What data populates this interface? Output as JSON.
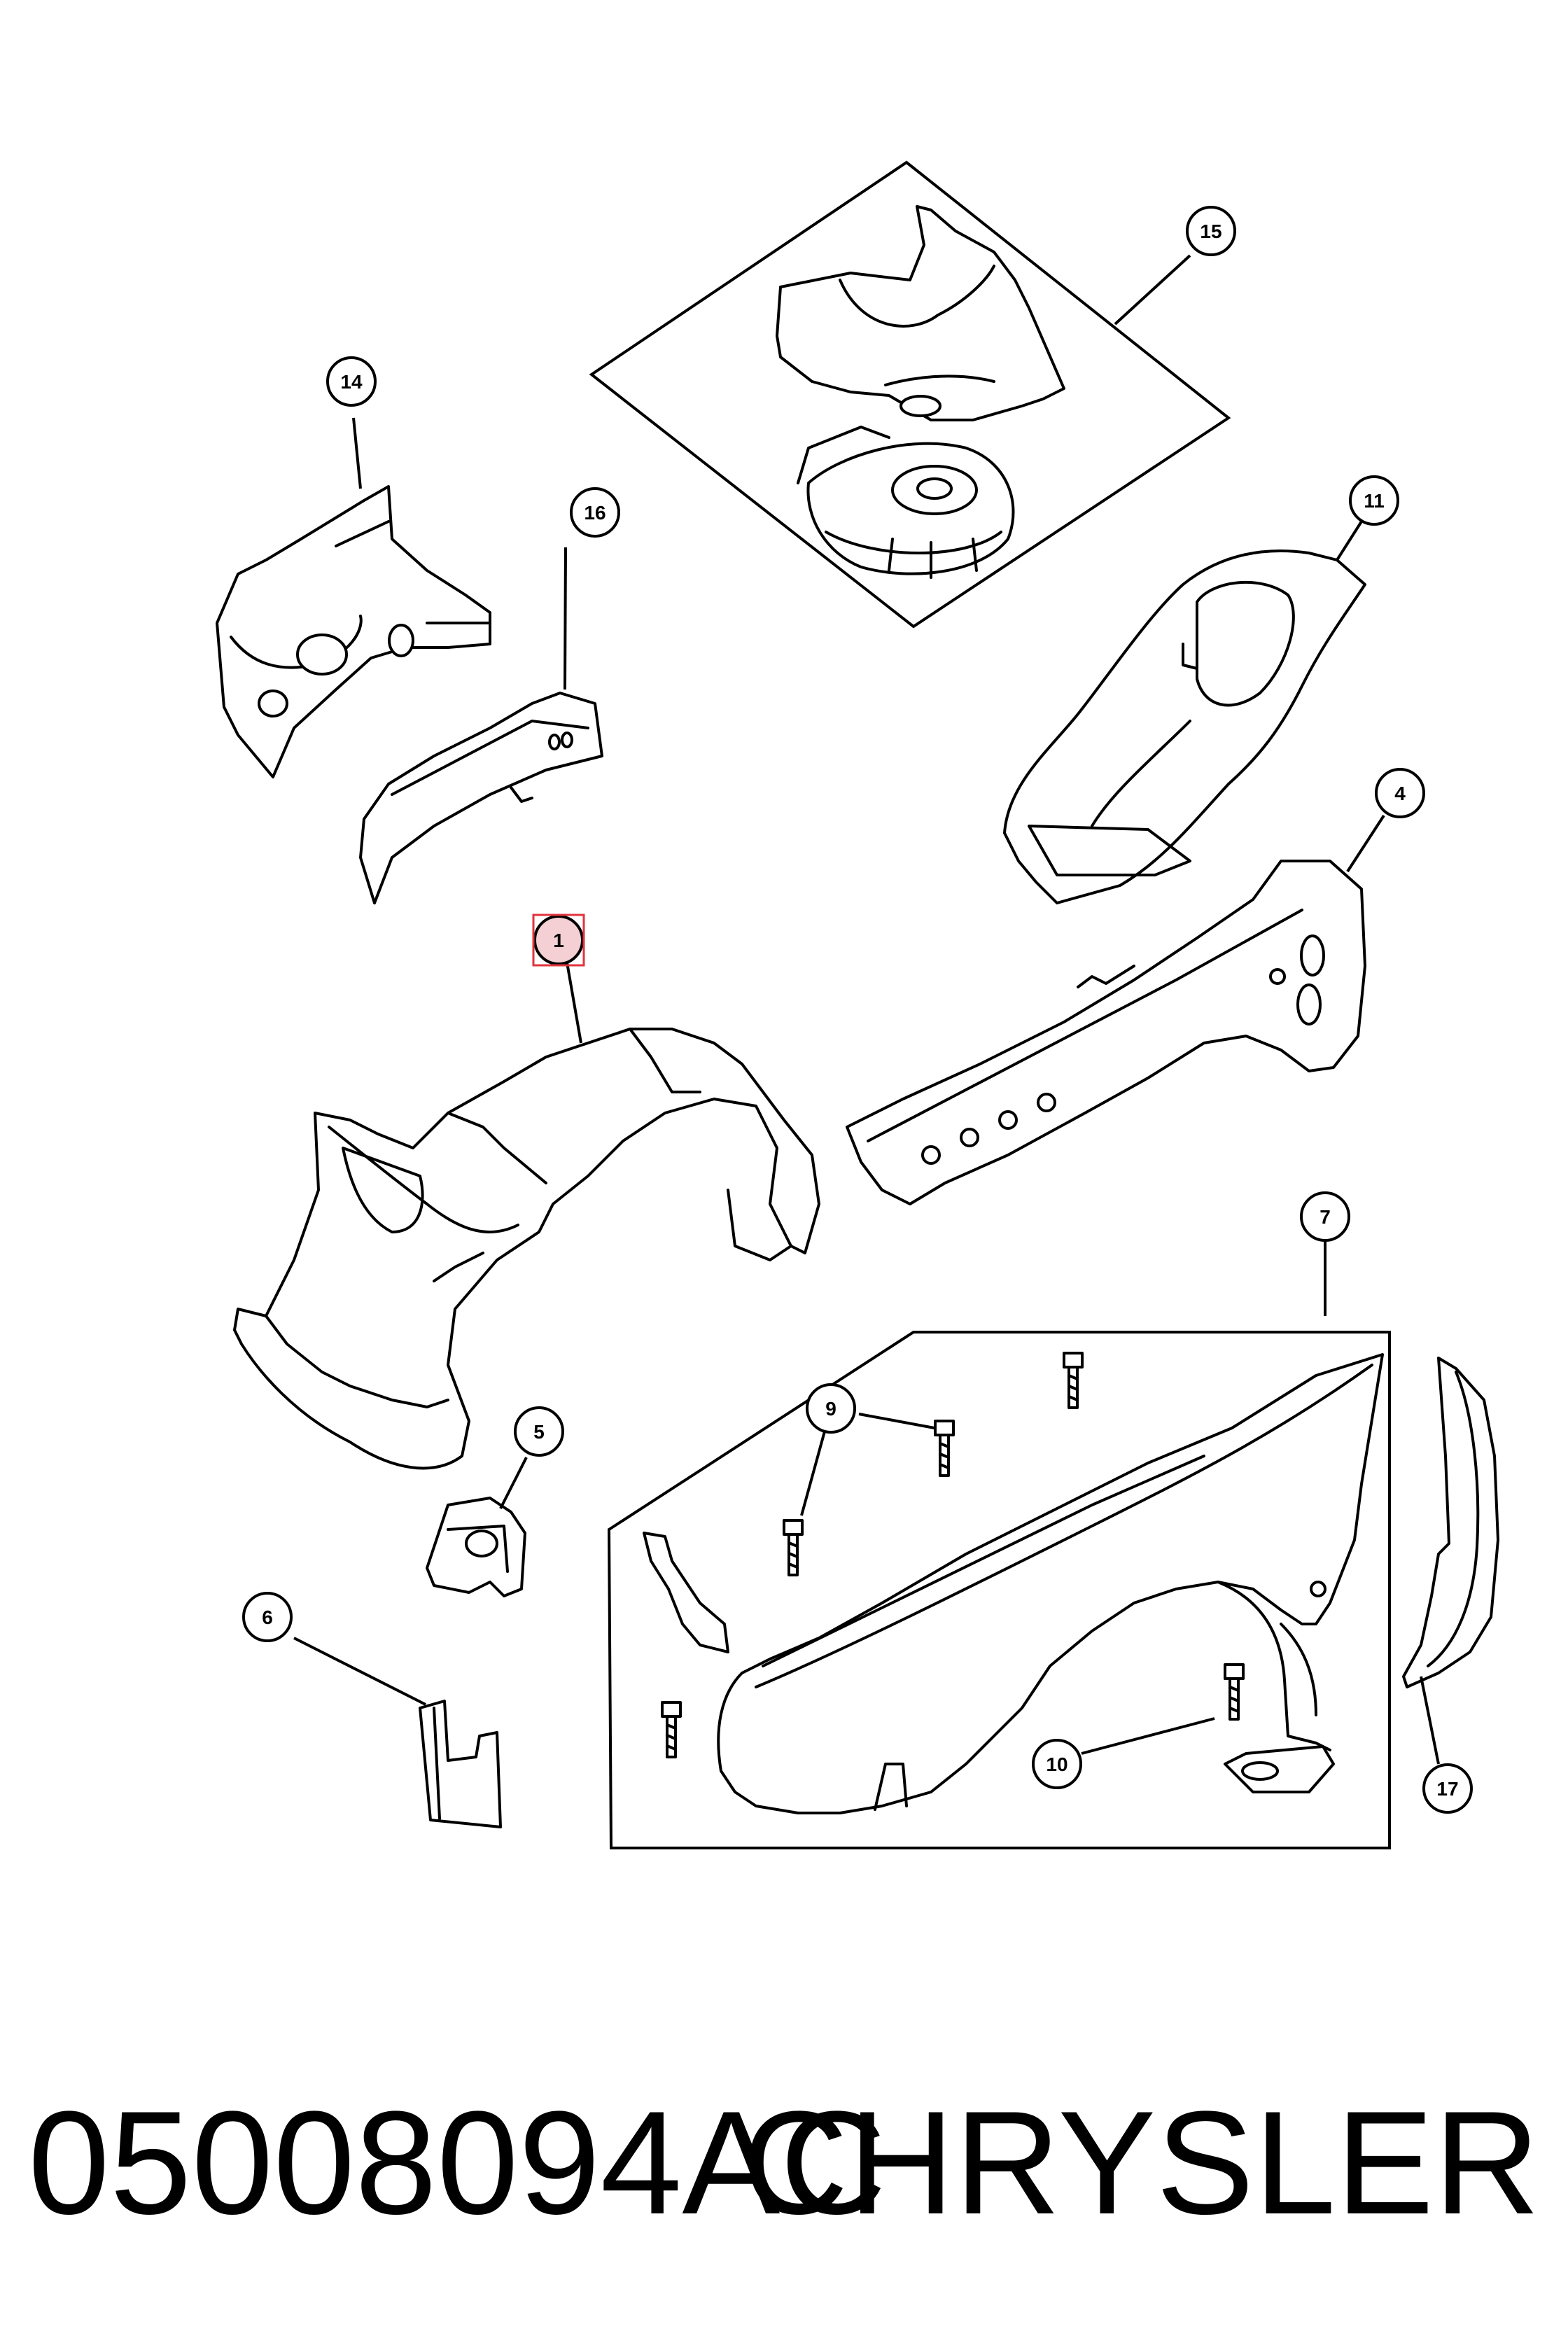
{
  "footer": {
    "part_number": "05008094AC",
    "brand": "CHRYSLER"
  },
  "callouts": {
    "c1": "1",
    "c4": "4",
    "c5": "5",
    "c6": "6",
    "c7": "7",
    "c9": "9",
    "c10": "10",
    "c11": "11",
    "c14": "14",
    "c15": "15",
    "c16": "16",
    "c17": "17"
  },
  "highlighted_callout": "1",
  "colors": {
    "highlight_fill": "#f4cfd4",
    "highlight_box": "#e0343e",
    "line": "#000000"
  }
}
